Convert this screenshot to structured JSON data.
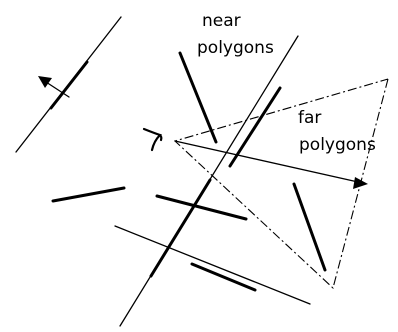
{
  "labels": {
    "near_line1": "near",
    "near_line2": "polygons",
    "far_line1": "far",
    "far_line2": "polygons"
  }
}
